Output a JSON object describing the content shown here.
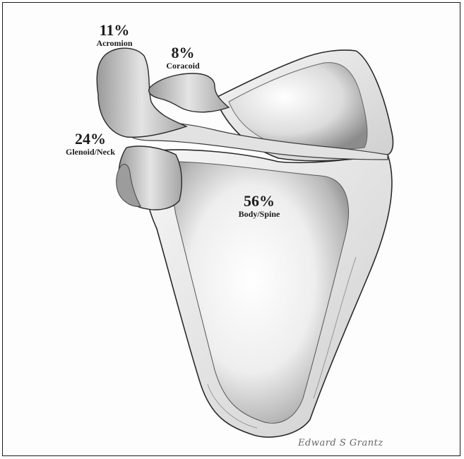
{
  "regions": [
    {
      "id": "acromion",
      "percent": "11%",
      "name": "Acromion"
    },
    {
      "id": "coracoid",
      "percent": "8%",
      "name": "Coracoid"
    },
    {
      "id": "glenoid",
      "percent": "24%",
      "name": "Glenoid/Neck"
    },
    {
      "id": "body",
      "percent": "56%",
      "name": "Body/Spine"
    }
  ],
  "signature": "Edward S Grantz"
}
